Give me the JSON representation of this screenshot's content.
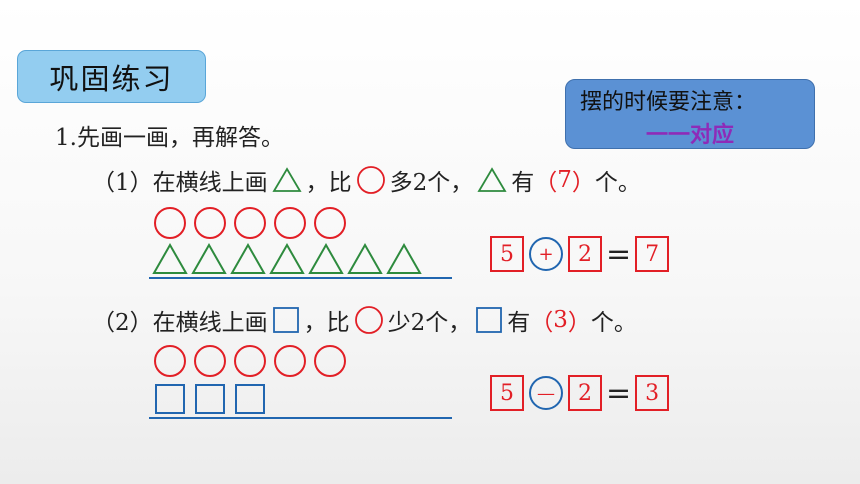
{
  "title": "巩固练习",
  "note": {
    "line1": "摆的时候要注意：",
    "line2": "一一对应"
  },
  "question": "1.先画一画，再解答。",
  "part1": {
    "prefix": "（1）在横线上画",
    "middle": "，比",
    "suffix1": "多2个，",
    "suffix2": "有",
    "paren_open": "（",
    "answer": "7",
    "paren_close": "）",
    "tail": "个。",
    "circle_count": 5,
    "triangle_count": 7,
    "equation": {
      "a": "5",
      "op": "+",
      "b": "2",
      "eq": "=",
      "result": "7"
    }
  },
  "part2": {
    "prefix": "（2）在横线上画",
    "middle": "，比",
    "suffix1": "少2个，",
    "suffix2": "有",
    "paren_open": "（",
    "answer": "3",
    "paren_close": "）",
    "tail": "个。",
    "circle_count": 5,
    "square_count": 3,
    "equation": {
      "a": "5",
      "op": "—",
      "b": "2",
      "eq": "=",
      "result": "3"
    }
  },
  "colors": {
    "red": "#e21f26",
    "green": "#2e8b3e",
    "blue": "#2166b0"
  }
}
